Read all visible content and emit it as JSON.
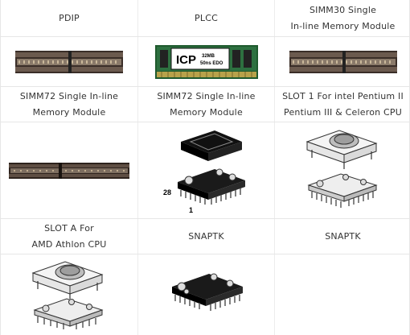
{
  "rows": [
    {
      "labels": [
        [
          "PDIP"
        ],
        [
          "PLCC"
        ],
        [
          "SIMM30 Single",
          "In-line Memory Module"
        ]
      ]
    },
    {
      "images": [
        "memory-strip",
        "memory-module-icp",
        "memory-strip"
      ]
    },
    {
      "labels": [
        [
          "SIMM72 Single In-line",
          "Memory Module"
        ],
        [
          "SIMM72 Single In-line",
          "Memory Module"
        ],
        [
          "SLOT 1 For intel Pentium II",
          "Pentium III & Celeron CPU"
        ]
      ]
    },
    {
      "images": [
        "memory-strip-long",
        "plcc-chip-exploded",
        "cpu-socket-exploded"
      ]
    },
    {
      "labels": [
        [
          "SLOT A For",
          "AMD Athlon CPU"
        ],
        [
          "SNAPTK"
        ],
        [
          "SNAPTK"
        ]
      ]
    },
    {
      "images": [
        "cpu-socket-exploded",
        "snaptk-chip",
        ""
      ]
    }
  ],
  "module_text": {
    "brand": "ICP",
    "spec1": "32MB",
    "spec2": "50ns EDO"
  },
  "pin_labels": {
    "p28": "28",
    "p1": "1"
  }
}
